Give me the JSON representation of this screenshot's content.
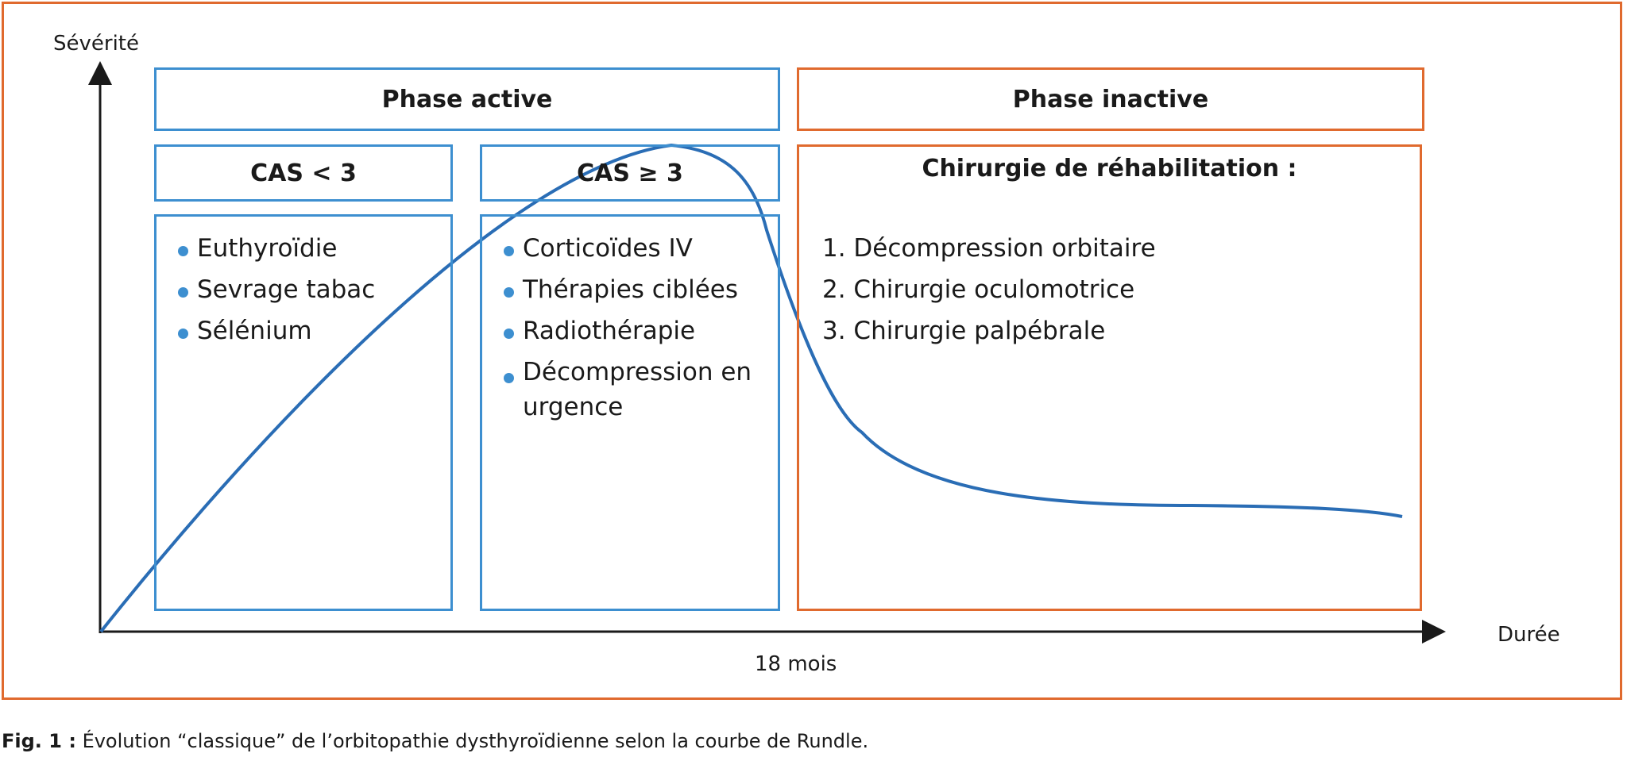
{
  "axes": {
    "y_label": "Sévérité",
    "x_label": "Durée",
    "x_marker": "18 mois"
  },
  "phases": {
    "active": "Phase active",
    "inactive": "Phase inactive"
  },
  "columns": [
    {
      "title": "CAS < 3",
      "items": [
        "Euthyroïdie",
        "Sevrage tabac",
        "Sélénium"
      ]
    },
    {
      "title": "CAS ≥ 3",
      "items": [
        "Corticoïdes IV",
        "Thérapies ciblées",
        "Radiothérapie",
        "Décompression en urgence"
      ]
    }
  ],
  "inactive": {
    "title": "Chirurgie de réhabilitation :",
    "items": [
      "1. Décompression orbitaire",
      "2. Chirurgie oculomotrice",
      "3. Chirurgie palpébrale"
    ]
  },
  "caption": {
    "label": "Fig. 1 :",
    "text": " Évolution “classique” de l’orbitopathie dysthyroïdienne selon la courbe de Rundle."
  },
  "colors": {
    "blue": "#3d8fd0",
    "orange": "#e06a2e",
    "curve": "#2a6db5"
  }
}
